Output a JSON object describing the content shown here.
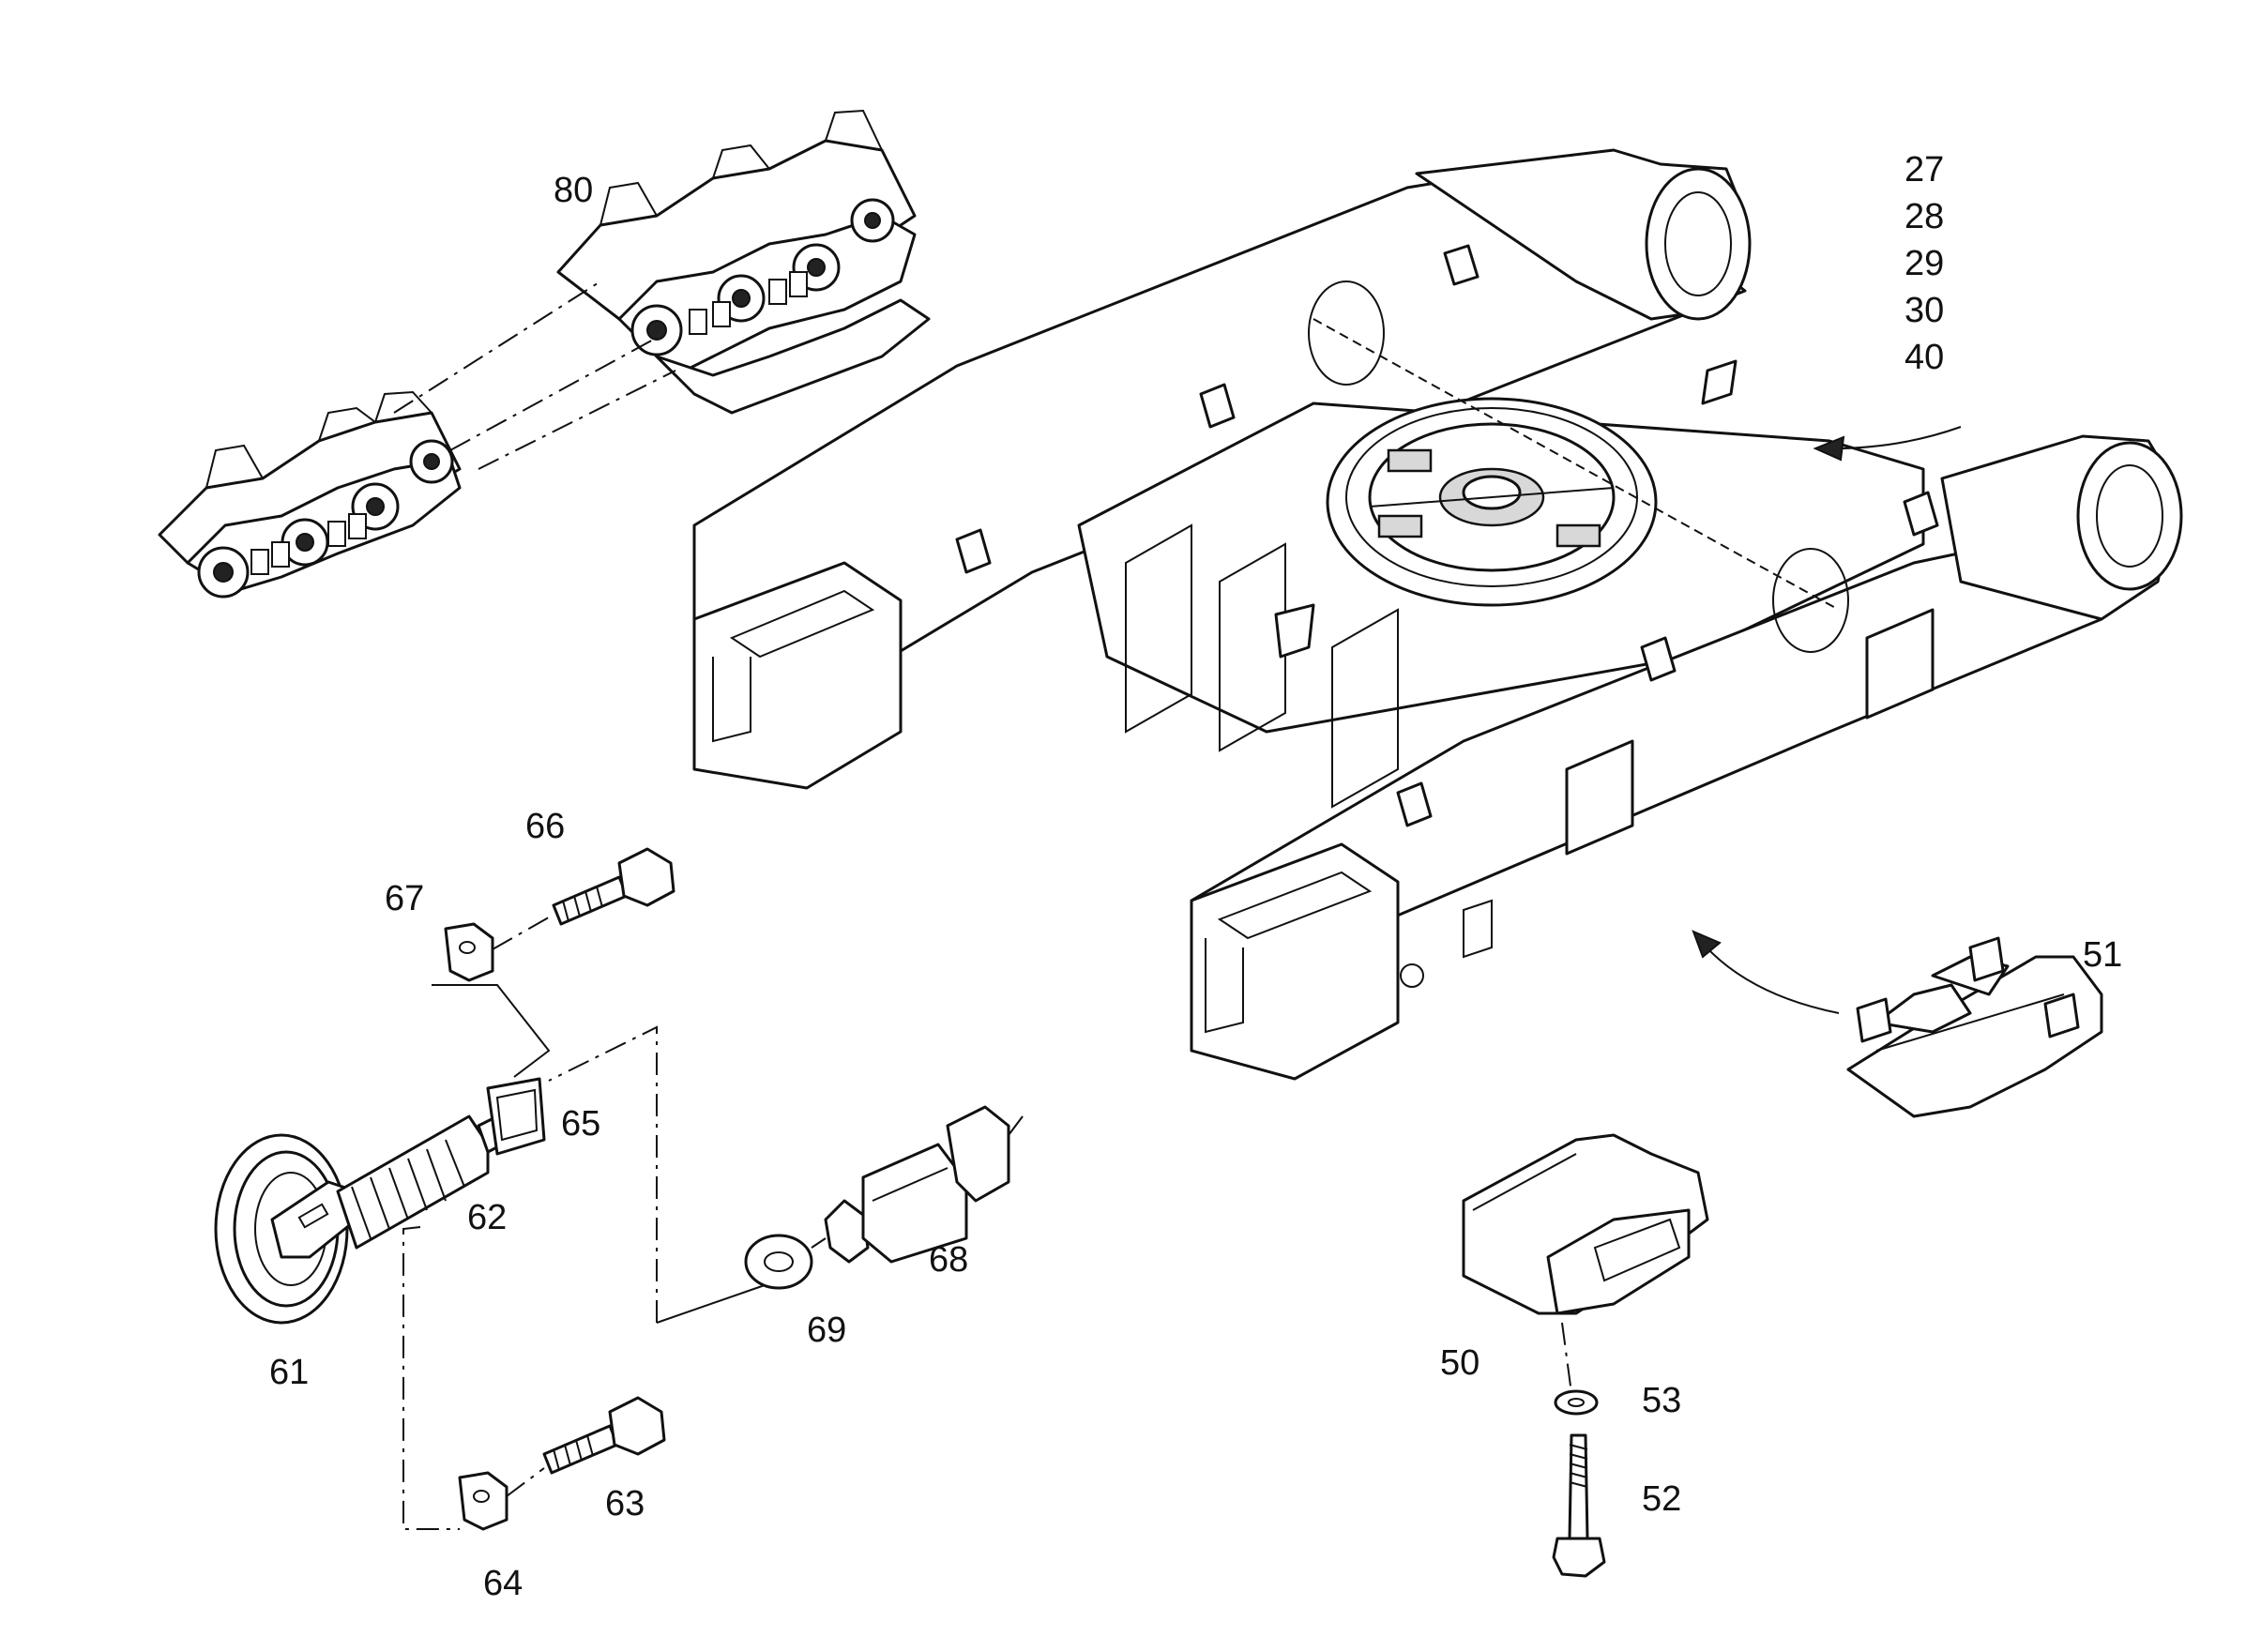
{
  "diagram": {
    "labels": {
      "p80": "80",
      "p27": "27",
      "p28": "28",
      "p29": "29",
      "p30": "30",
      "p40": "40",
      "p51": "51",
      "p66": "66",
      "p67": "67",
      "p65": "65",
      "p62": "62",
      "p61": "61",
      "p68": "68",
      "p69": "69",
      "p63": "63",
      "p64": "64",
      "p50": "50",
      "p53": "53",
      "p52": "52"
    }
  }
}
